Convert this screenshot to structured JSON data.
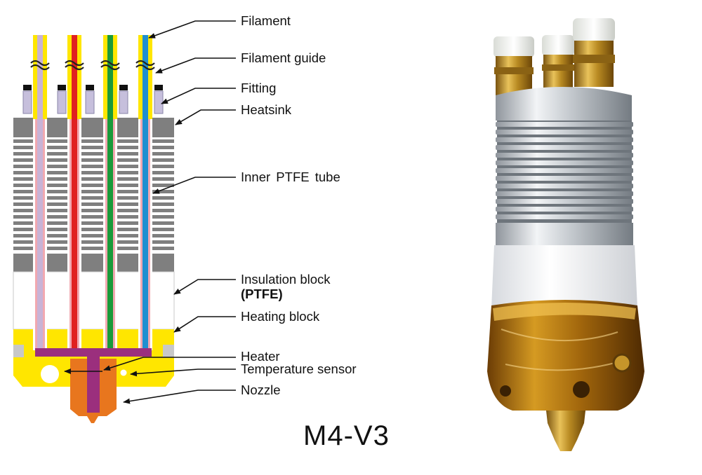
{
  "labels": {
    "filament": "Filament",
    "filament_guide": "Filament guide",
    "fitting": "Fitting",
    "heatsink": "Heatsink",
    "inner_ptfe_tube": "Inner PTFE tube",
    "insulation_block": "Insulation block",
    "insulation_block_material": "(PTFE)",
    "heating_block": "Heating block",
    "heater": "Heater",
    "temperature_sensor": "Temperature sensor",
    "nozzle": "Nozzle"
  },
  "model_name": "M4-V3",
  "filament_colors": [
    "#c8b3d6",
    "#e02020",
    "#1a9a3a",
    "#1f8fd0"
  ],
  "colors": {
    "filament_guide": "#ffe600",
    "heatsink": "#7f7f7f",
    "ptfe_tube": "#f2a8b0",
    "heating_block": "#ffe600",
    "heater": "#9b2f7d",
    "nozzle": "#e8761e",
    "fitting": "#c6bfdc"
  }
}
